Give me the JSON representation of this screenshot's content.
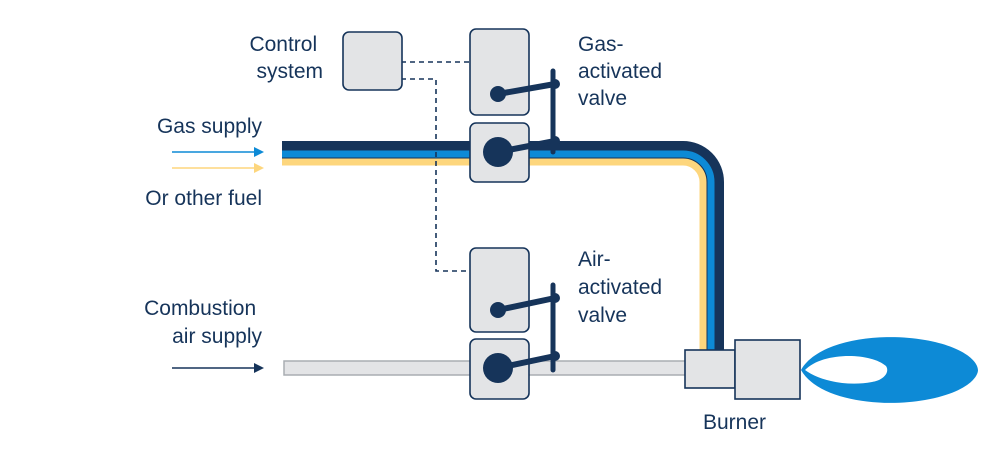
{
  "labels": {
    "control_system": [
      "Control",
      "system"
    ],
    "gas_supply": "Gas supply",
    "other_fuel": "Or other fuel",
    "combustion_air": [
      "Combustion",
      "air supply"
    ],
    "gas_valve": [
      "Gas-",
      "activated",
      "valve"
    ],
    "air_valve": [
      "Air-",
      "activated",
      "valve"
    ],
    "burner": "Burner"
  },
  "colors": {
    "navy": "#16345a",
    "gas_blue": "#0d8ad6",
    "fuel_yellow": "#fdd67d",
    "box_fill": "#e3e4e6",
    "flame_blue": "#0d8ad6"
  }
}
